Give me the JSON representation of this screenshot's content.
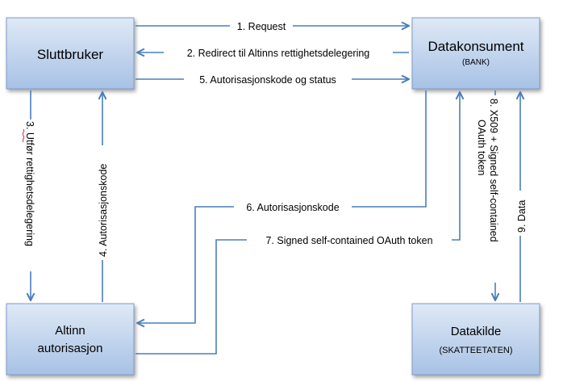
{
  "boxes": {
    "sluttbruker": {
      "title": "Sluttbruker"
    },
    "datakonsument": {
      "title": "Datakonsument",
      "subtitle": "(BANK)"
    },
    "altinn": {
      "line1": "Altinn",
      "line2": "autorisasjon"
    },
    "datakilde": {
      "title": "Datakilde",
      "subtitle": "(SKATTEETATEN)"
    }
  },
  "arrows": {
    "a1": "1. Request",
    "a2": "2. Redirect til Altinns rettighetsdelegering",
    "a5": "5. Autorisasjonskode og status",
    "a3": "3. Utfør rettighetsdelegering",
    "a4": "4. Autorisasjonskode",
    "a6": "6. Autorisasjonskode",
    "a7": "7. Signed self-contained OAuth token",
    "a8_line1": "8. X509 + Signed self-contained",
    "a8_line2": "OAuth token",
    "a9": "9. Data"
  },
  "colors": {
    "box_fill_top": "#dce6f4",
    "box_fill_bottom": "#a9c3e6",
    "box_border": "#7f9ccb",
    "arrow": "#4a7ebb"
  }
}
